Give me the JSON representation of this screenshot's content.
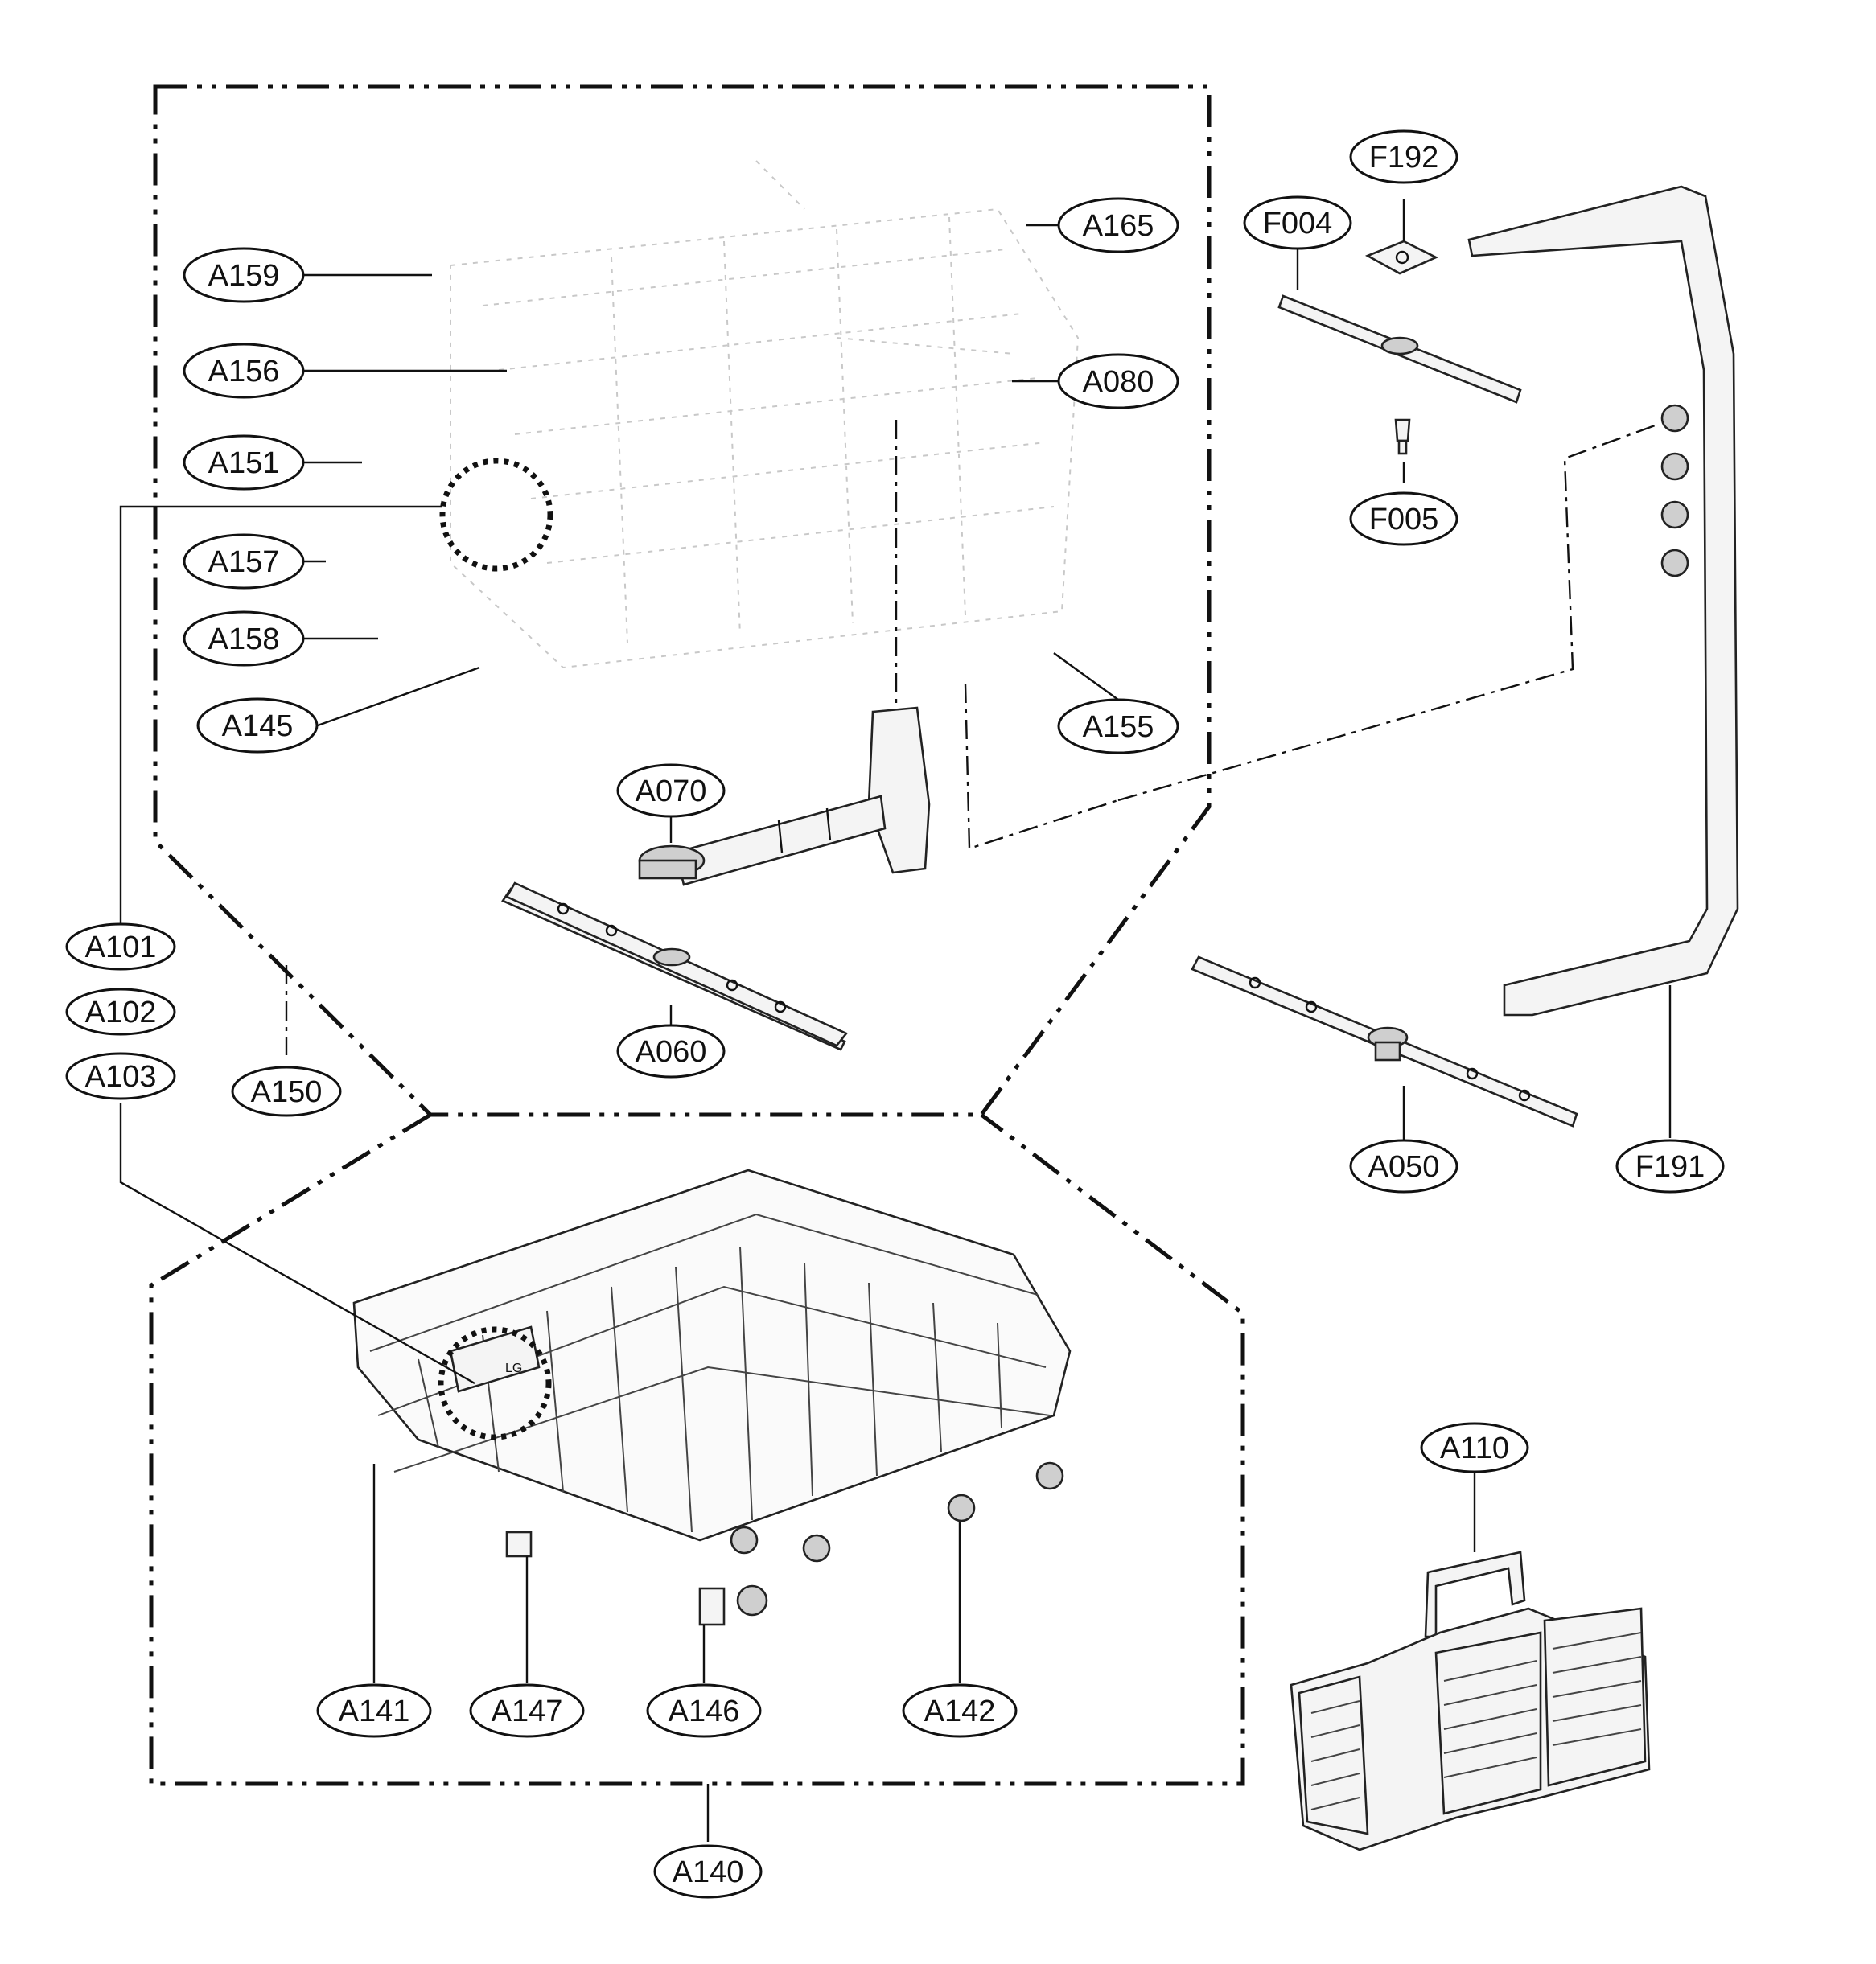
{
  "callouts": [
    {
      "id": "A159",
      "text": "A159"
    },
    {
      "id": "A156",
      "text": "A156"
    },
    {
      "id": "A151",
      "text": "A151"
    },
    {
      "id": "A157",
      "text": "A157"
    },
    {
      "id": "A158",
      "text": "A158"
    },
    {
      "id": "A145",
      "text": "A145"
    },
    {
      "id": "A165",
      "text": "A165"
    },
    {
      "id": "A080",
      "text": "A080"
    },
    {
      "id": "A155",
      "text": "A155"
    },
    {
      "id": "A070",
      "text": "A070"
    },
    {
      "id": "A060",
      "text": "A060"
    },
    {
      "id": "A101",
      "text": "A101"
    },
    {
      "id": "A102",
      "text": "A102"
    },
    {
      "id": "A103",
      "text": "A103"
    },
    {
      "id": "A150",
      "text": "A150"
    },
    {
      "id": "F192",
      "text": "F192"
    },
    {
      "id": "F004",
      "text": "F004"
    },
    {
      "id": "F005",
      "text": "F005"
    },
    {
      "id": "A050",
      "text": "A050"
    },
    {
      "id": "F191",
      "text": "F191"
    },
    {
      "id": "A110",
      "text": "A110"
    },
    {
      "id": "A141",
      "text": "A141"
    },
    {
      "id": "A147",
      "text": "A147"
    },
    {
      "id": "A146",
      "text": "A146"
    },
    {
      "id": "A142",
      "text": "A142"
    },
    {
      "id": "A140",
      "text": "A140"
    }
  ],
  "logo_text": "LG"
}
